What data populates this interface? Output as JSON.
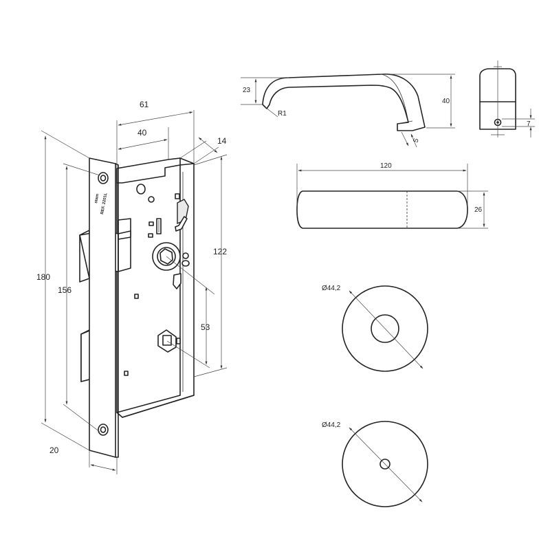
{
  "dimensions": {
    "d61": "61",
    "d40": "40",
    "d14": "14",
    "d180": "180",
    "d156": "156",
    "d122": "122",
    "d53": "53",
    "d20": "20",
    "d23": "23",
    "dR1": "R1",
    "d40h": "40",
    "d7": "7",
    "d120": "120",
    "d26": "26",
    "d5": "5",
    "rosette1": "Ø44,2",
    "rosette2": "Ø44,2"
  },
  "faceplate_marks": {
    "brand": "stam",
    "ref": "REF. 2201L"
  }
}
